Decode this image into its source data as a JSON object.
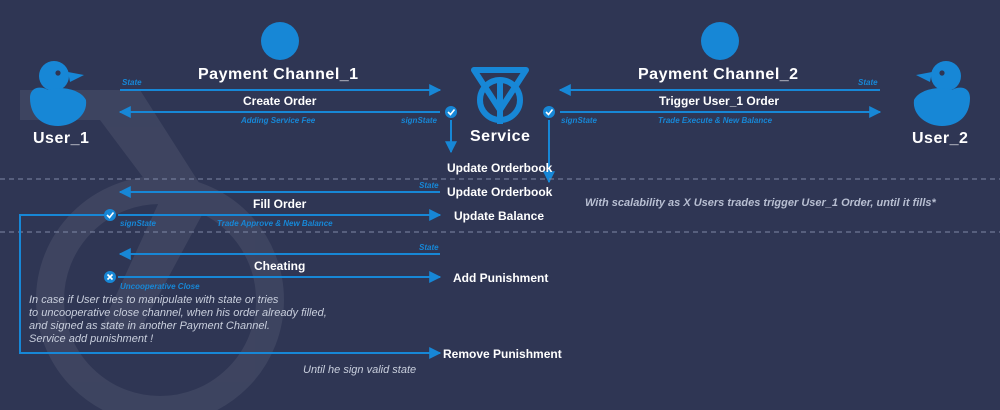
{
  "actors": {
    "user1": "User_1",
    "user2": "User_2",
    "service": "Service"
  },
  "channels": {
    "ch1": "Payment Channel_1",
    "ch2": "Payment Channel_2"
  },
  "arrows": {
    "state_left": "State",
    "state_right": "State",
    "create_order": "Create Order",
    "adding_fee": "Adding Service Fee",
    "sign_state_1": "signState",
    "trigger_order": "Trigger User_1 Order",
    "sign_state_2": "signState",
    "trade_execute": "Trade Execute & New Balance",
    "update_orderbook_1": "Update Orderbook",
    "state_2": "State",
    "update_orderbook_2": "Update Orderbook",
    "fill_order": "Fill Order",
    "sign_state_3": "signState",
    "trade_approve": "Trade Approve & New Balance",
    "update_balance": "Update Balance",
    "state_3": "State",
    "cheating": "Cheating",
    "uncoop_close": "Uncooperative Close",
    "add_punishment": "Add Punishment",
    "remove_punishment": "Remove Punishment"
  },
  "notes": {
    "scalability": "With scalability as X Users trades trigger User_1 Order, until it fills*",
    "punish_1": "In case if User tries to manipulate with state or tries",
    "punish_2": "to uncooperative close channel, when his order already filled,",
    "punish_3": "and signed as state in another Payment Channel.",
    "punish_4": "Service add punishment !",
    "until_valid": "Until he sign valid state"
  },
  "colors": {
    "background": "#2f3654",
    "accent": "#1787d6",
    "text": "#ffffff",
    "muted": "#b8bfd2"
  },
  "icons": [
    "duck-icon",
    "service-logo-icon",
    "check-circle-icon",
    "x-circle-icon",
    "watermark-logo"
  ]
}
